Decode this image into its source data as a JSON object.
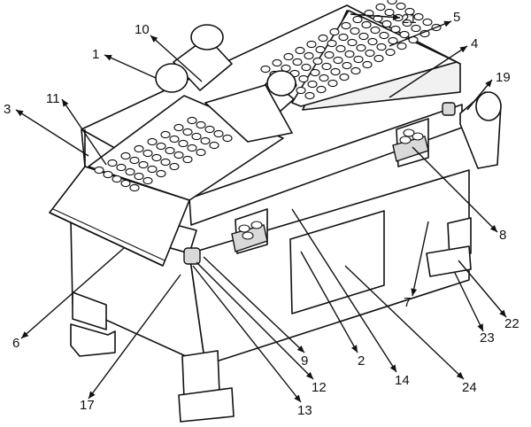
{
  "labels": [
    {
      "key": "1",
      "text": "1"
    },
    {
      "key": "2",
      "text": "2"
    },
    {
      "key": "3",
      "text": "3"
    },
    {
      "key": "4",
      "text": "4"
    },
    {
      "key": "5",
      "text": "5"
    },
    {
      "key": "6",
      "text": "6"
    },
    {
      "key": "7",
      "text": "7"
    },
    {
      "key": "8",
      "text": "8"
    },
    {
      "key": "9",
      "text": "9"
    },
    {
      "key": "10",
      "text": "10"
    },
    {
      "key": "11",
      "text": "11"
    },
    {
      "key": "12",
      "text": "12"
    },
    {
      "key": "13",
      "text": "13"
    },
    {
      "key": "14",
      "text": "14"
    },
    {
      "key": "17",
      "text": "17"
    },
    {
      "key": "19",
      "text": "19"
    },
    {
      "key": "21",
      "text": "21"
    },
    {
      "key": "22",
      "text": "22"
    },
    {
      "key": "23",
      "text": "23"
    },
    {
      "key": "24",
      "text": "24"
    }
  ]
}
